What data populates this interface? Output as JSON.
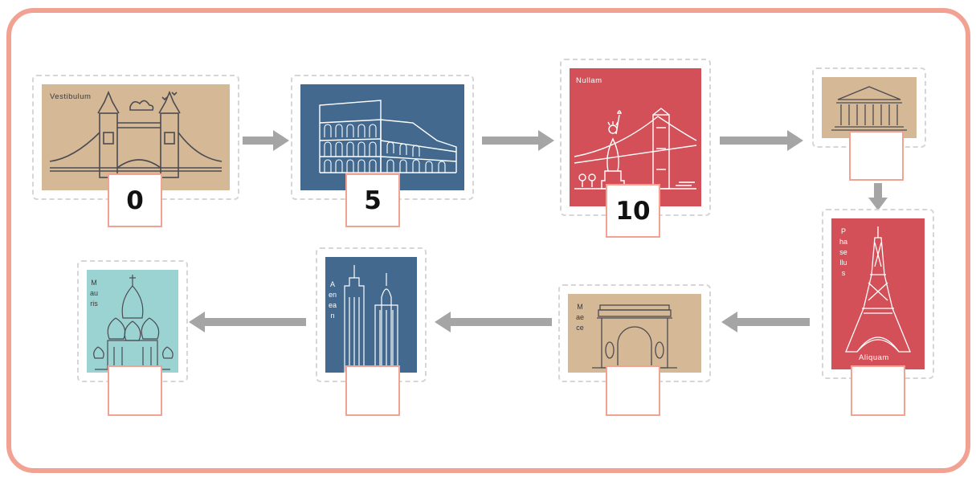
{
  "colors": {
    "frame": "#f2a293",
    "tan": "#d5b895",
    "blue": "#43698f",
    "red": "#d35058",
    "teal": "#9ad3d2",
    "arrow": "#a5a5a5"
  },
  "stamps": [
    {
      "name": "tower-bridge",
      "caption": "Vestibulum",
      "value": "0",
      "icon": "tower-bridge-icon"
    },
    {
      "name": "colosseum",
      "caption": "",
      "value": "5",
      "icon": "colosseum-icon"
    },
    {
      "name": "statue-of-liberty",
      "caption": "Nullam",
      "value": "10",
      "icon": "statue-of-liberty-icon"
    },
    {
      "name": "pantheon",
      "caption": "",
      "value": "",
      "icon": "pantheon-icon"
    },
    {
      "name": "eiffel-tower",
      "caption": "Phasellus",
      "caption2": "Aliquam",
      "value": "",
      "icon": "eiffel-tower-icon"
    },
    {
      "name": "arc-de-triomphe",
      "caption": "Maece",
      "value": "",
      "icon": "arc-de-triomphe-icon"
    },
    {
      "name": "empire-state",
      "caption": "Aenean",
      "value": "",
      "icon": "skyscrapers-icon"
    },
    {
      "name": "st-basils",
      "caption": "Mauris",
      "value": "",
      "icon": "st-basils-cathedral-icon"
    }
  ]
}
